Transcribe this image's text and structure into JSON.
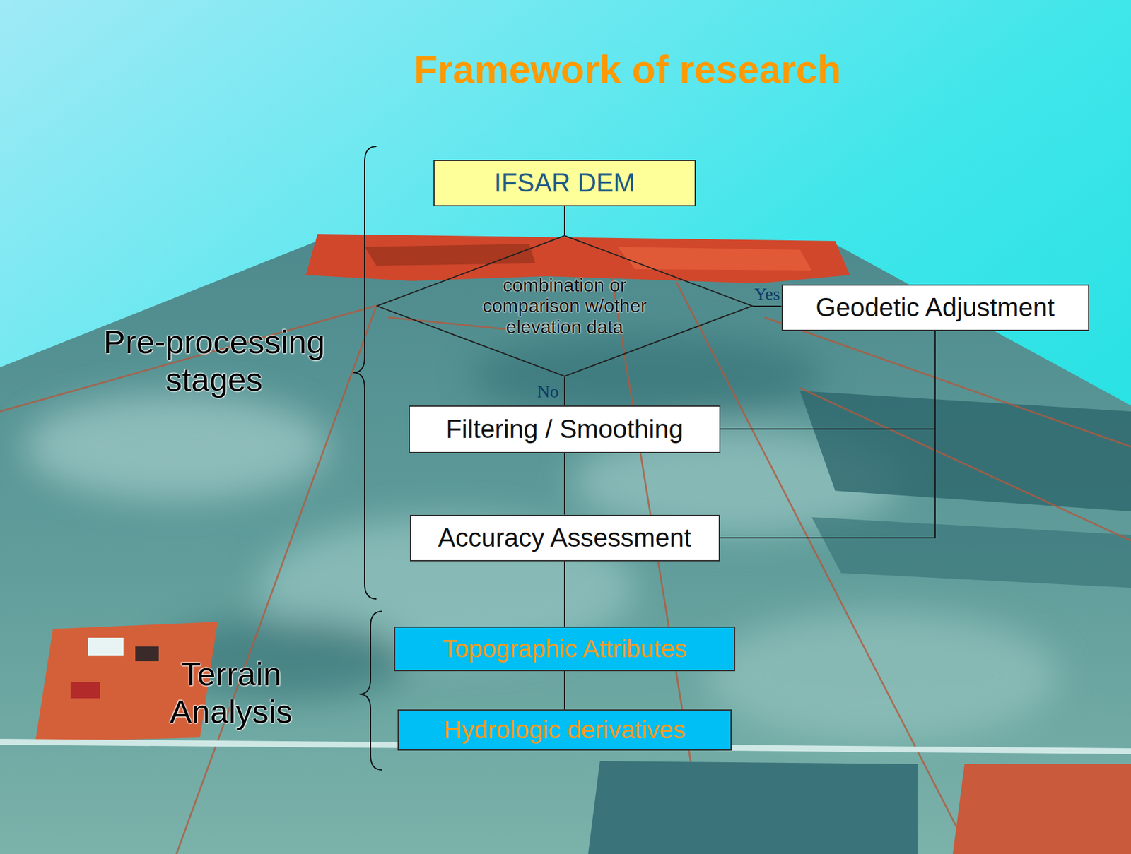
{
  "diagram": {
    "title": "Framework of research",
    "nodes": [
      {
        "text": [
          "IFSAR DEM"
        ]
      },
      {
        "text": [
          "combination or comparison w/other elevation data"
        ]
      },
      {
        "text": [
          "Geodetic Adjustment"
        ]
      },
      {
        "text": [
          "Filtering / Smoothing"
        ]
      },
      {
        "text": [
          "Accuracy Assessment"
        ]
      },
      {
        "text": [
          "Topographic Attributes"
        ]
      },
      {
        "text": [
          "Hydrologic derivatives"
        ]
      }
    ],
    "edges": [
      {
        "from": 0,
        "to": 1,
        "arrow": "none"
      },
      {
        "from": 1,
        "to": 2,
        "label": "Yes",
        "arrow": "none"
      },
      {
        "from": 1,
        "to": 3,
        "label": "No",
        "arrow": "none"
      },
      {
        "from": 2,
        "to": 3,
        "arrow": "none"
      },
      {
        "from": 2,
        "to": 4,
        "arrow": "none"
      },
      {
        "from": 3,
        "to": 4,
        "arrow": "none"
      },
      {
        "from": 4,
        "to": 5,
        "arrow": "none"
      },
      {
        "from": 5,
        "to": 6,
        "arrow": "none"
      }
    ],
    "labels": [
      "Pre-processing stages",
      "Terrain Analysis"
    ]
  }
}
